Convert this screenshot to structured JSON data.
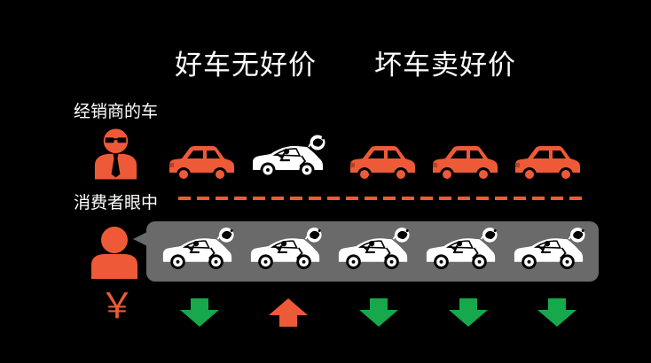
{
  "title": {
    "part1": "好车无好价",
    "part2": "坏车卖好价"
  },
  "labels": {
    "dealer": "经销商的车",
    "consumer": "消费者眼中"
  },
  "yen_symbol": "￥",
  "dealer_row": [
    "good-car",
    "lemon-car",
    "good-car",
    "good-car",
    "good-car"
  ],
  "consumer_row": [
    "lemon-car",
    "lemon-car",
    "lemon-car",
    "lemon-car",
    "lemon-car"
  ],
  "price_arrows": [
    "down",
    "up",
    "down",
    "down",
    "down"
  ],
  "colors": {
    "accent": "#ee5a37",
    "arrow_down": "#16a84a",
    "arrow_up": "#ee5a37",
    "bubble": "#6a6a6a",
    "background": "#000000"
  }
}
